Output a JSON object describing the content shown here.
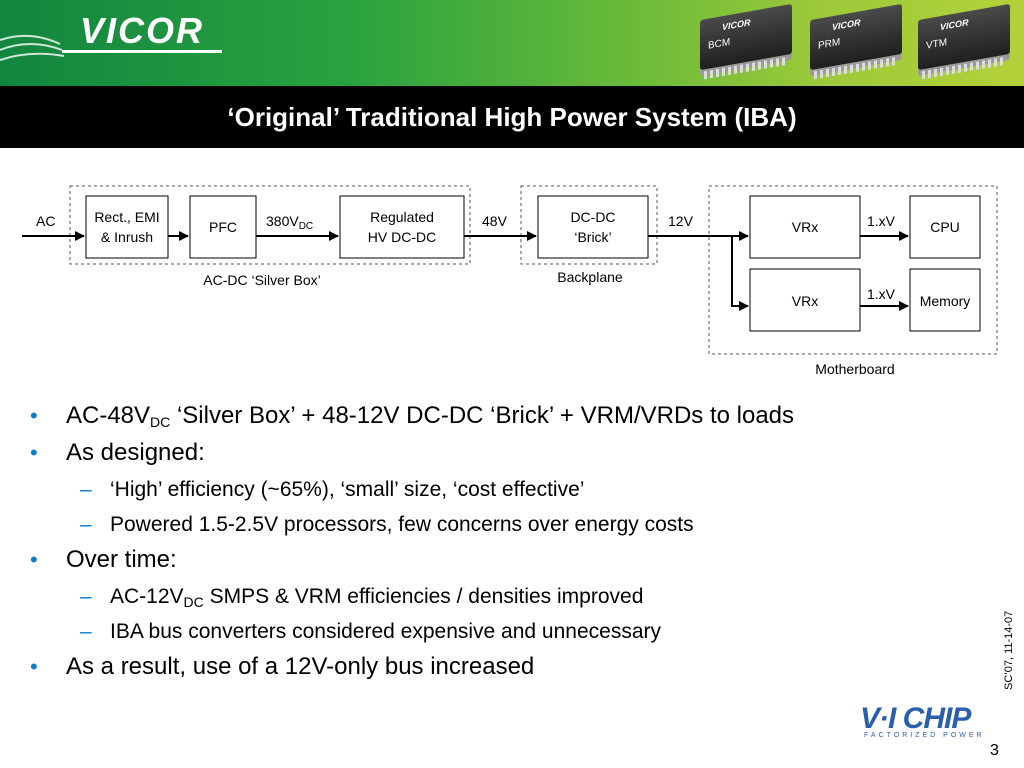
{
  "header": {
    "brand": "VICOR",
    "chips": [
      {
        "logo": "VICOR",
        "label": "BCM"
      },
      {
        "logo": "VICOR",
        "label": "PRM"
      },
      {
        "logo": "VICOR",
        "label": "VTM"
      }
    ]
  },
  "title": "‘Original’ Traditional High Power System (IBA)",
  "diagram": {
    "input_ac": "AC",
    "rect_emi": [
      "Rect., EMI",
      "& Inrush"
    ],
    "pfc": "PFC",
    "v380_main": "380V",
    "v380_sub": "DC",
    "regulated": [
      "Regulated",
      "HV DC-DC"
    ],
    "v48": "48V",
    "dcdc": [
      "DC-DC",
      "‘Brick’"
    ],
    "v12": "12V",
    "vrx_top": "VRx",
    "v1x_top": "1.xV",
    "cpu": "CPU",
    "vrx_bottom": "VRx",
    "v1x_bottom": "1.xV",
    "memory": "Memory",
    "group_silver_box": "AC-DC ‘Silver Box’",
    "group_backplane": "Backplane",
    "group_motherboard": "Motherboard"
  },
  "bullets": {
    "b1_a": "AC-48V",
    "b1_sub": "DC",
    "b1_b": " ‘Silver Box’ + 48-12V DC-DC ‘Brick’ + VRM/VRDs to loads",
    "b2": "As designed:",
    "b2_s1": "‘High’ efficiency (~65%), ‘small’ size, ‘cost effective’",
    "b2_s2": "Powered 1.5-2.5V processors, few concerns over energy costs",
    "b3": "Over time:",
    "b3_s1_a": "AC-12V",
    "b3_s1_sub": "DC",
    "b3_s1_b": " SMPS & VRM efficiencies / densities improved",
    "b3_s2": "IBA bus converters considered expensive and unnecessary",
    "b4": "As a result, use of a 12V-only bus increased",
    "bullet_glyph": "•",
    "dash_glyph": "–"
  },
  "footer": {
    "footnote": "SC’07, 11-14-07",
    "logo_main": "V·I CHIP",
    "logo_sub": "FACTORIZED POWER",
    "page_number": "3"
  },
  "colors": {
    "accent_blue": "#0d7fc4",
    "title_bg": "#000000",
    "banner_green": "#2ba33f",
    "logo_blue": "#2a5fae"
  }
}
